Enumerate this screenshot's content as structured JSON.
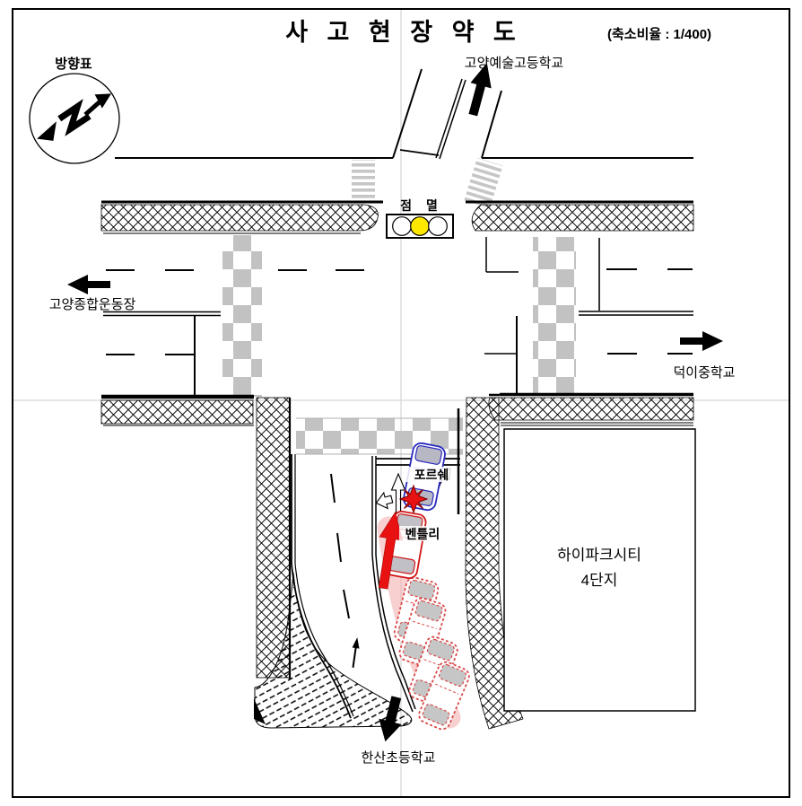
{
  "header": {
    "title": "사 고 현 장 약 도",
    "scale_note": "(축소비율 : 1/400)"
  },
  "compass": {
    "label": "방향표"
  },
  "landmarks": {
    "top_school": "고양예술고등학교",
    "left_stadium": "고양종합운동장",
    "right_school": "덕이중학교",
    "bottom_school": "한산초등학교",
    "building": {
      "line1": "하이파크시티",
      "line2": "4단지"
    }
  },
  "traffic_light": {
    "label": "점 멸",
    "state": "flashing-yellow",
    "active_color": "#ffe800"
  },
  "vehicles": {
    "porsche_label": "포르쉐",
    "bentley_label": "벤틀리"
  },
  "colors": {
    "porsche_outline": "#2a2ac0",
    "bentley_outline": "#d01818",
    "impact_red": "#e81212",
    "path_pink": "#f3b0b0",
    "crosswalk_gray": "#c2c2c2",
    "fold_line_gray": "#d6d6d6"
  }
}
